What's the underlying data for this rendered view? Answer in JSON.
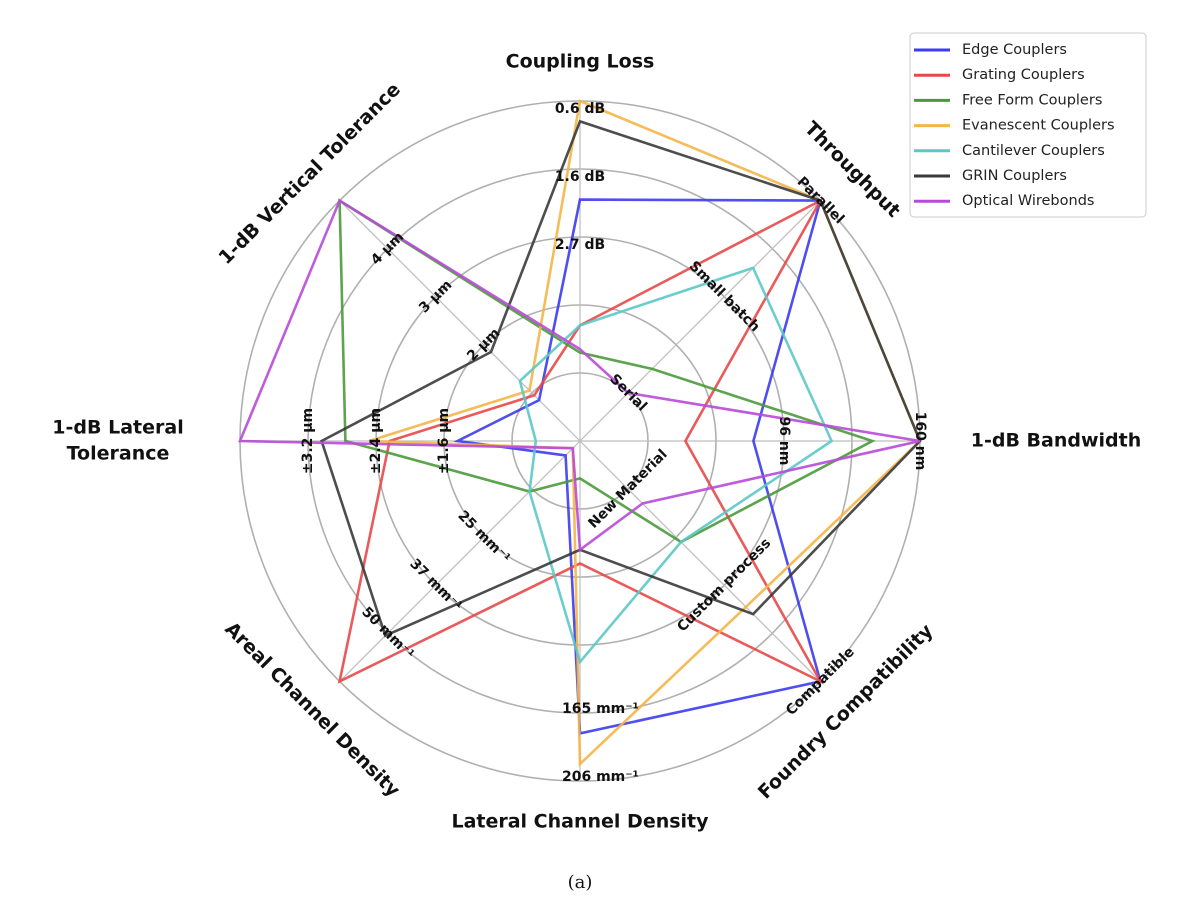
{
  "chart_data": {
    "type": "radar",
    "title": "",
    "caption": "(a)",
    "scale": [
      0,
      1
    ],
    "grid_rings": [
      0.2,
      0.4,
      0.6,
      0.8,
      1.0
    ],
    "legend_position": "top-right",
    "axes": [
      {
        "label": "Coupling Loss",
        "ticks": [
          {
            "label": "0.6 dB",
            "r": 1.0
          },
          {
            "label": "1.6 dB",
            "r": 0.8
          },
          {
            "label": "2.7 dB",
            "r": 0.6
          }
        ]
      },
      {
        "label": "Throughput",
        "ticks": [
          {
            "label": "Parallel",
            "r": 1.0
          },
          {
            "label": "Small batch",
            "r": 0.6
          },
          {
            "label": "Serial",
            "r": 0.2
          }
        ]
      },
      {
        "label": "1-dB Bandwidth",
        "ticks": [
          {
            "label": "160 nm",
            "r": 1.0
          },
          {
            "label": "96 nm",
            "r": 0.6
          }
        ]
      },
      {
        "label": "Foundry Compatibility",
        "ticks": [
          {
            "label": "Compatible",
            "r": 1.0
          },
          {
            "label": "Custom process",
            "r": 0.6
          },
          {
            "label": "New Material",
            "r": 0.2
          }
        ]
      },
      {
        "label": "Lateral Channel Density",
        "ticks": [
          {
            "label": "206 mm⁻¹",
            "r": 1.0
          },
          {
            "label": "165 mm⁻¹",
            "r": 0.8
          }
        ]
      },
      {
        "label": "Areal Channel Density",
        "ticks": [
          {
            "label": "50 mm⁻¹",
            "r": 0.8
          },
          {
            "label": "37 mm⁻¹",
            "r": 0.6
          },
          {
            "label": "25 mm⁻¹",
            "r": 0.4
          }
        ]
      },
      {
        "label_lines": [
          "1-dB Lateral",
          "Tolerance"
        ],
        "label": "1-dB Lateral Tolerance",
        "ticks": [
          {
            "label": "±3.2 μm",
            "r": 0.8
          },
          {
            "label": "±2.4 μm",
            "r": 0.6
          },
          {
            "label": "±1.6 μm",
            "r": 0.4
          }
        ]
      },
      {
        "label": "1-dB Vertical Tolerance",
        "ticks": [
          {
            "label": "4 μm",
            "r": 0.8
          },
          {
            "label": "3 μm",
            "r": 0.6
          },
          {
            "label": "2 μm",
            "r": 0.4
          }
        ]
      }
    ],
    "series": [
      {
        "name": "Edge Couplers",
        "color": "#3b3bf0",
        "values": [
          0.71,
          1.0,
          0.51,
          1.0,
          0.86,
          0.06,
          0.36,
          0.17
        ]
      },
      {
        "name": "Grating Couplers",
        "color": "#e84848",
        "values": [
          0.34,
          1.0,
          0.31,
          1.0,
          0.36,
          1.0,
          0.56,
          0.19
        ]
      },
      {
        "name": "Free Form Couplers",
        "color": "#4a9a3a",
        "values": [
          0.26,
          0.3,
          0.86,
          0.42,
          0.11,
          0.21,
          0.69,
          1.0
        ]
      },
      {
        "name": "Evanescent Couplers",
        "color": "#f5b548",
        "values": [
          1.0,
          1.0,
          1.0,
          0.69,
          0.95,
          0.03,
          0.62,
          0.21
        ]
      },
      {
        "name": "Cantilever Couplers",
        "color": "#5cc8c8",
        "values": [
          0.34,
          0.72,
          0.74,
          0.42,
          0.65,
          0.21,
          0.13,
          0.25
        ]
      },
      {
        "name": "GRIN Couplers",
        "color": "#3a3a3a",
        "values": [
          0.94,
          1.0,
          1.0,
          0.72,
          0.32,
          0.81,
          0.76,
          0.37
        ]
      },
      {
        "name": "Optical Wirebonds",
        "color": "#b84ad8",
        "values": [
          0.27,
          0.2,
          1.0,
          0.26,
          0.32,
          0.03,
          1.0,
          1.0
        ]
      }
    ]
  }
}
